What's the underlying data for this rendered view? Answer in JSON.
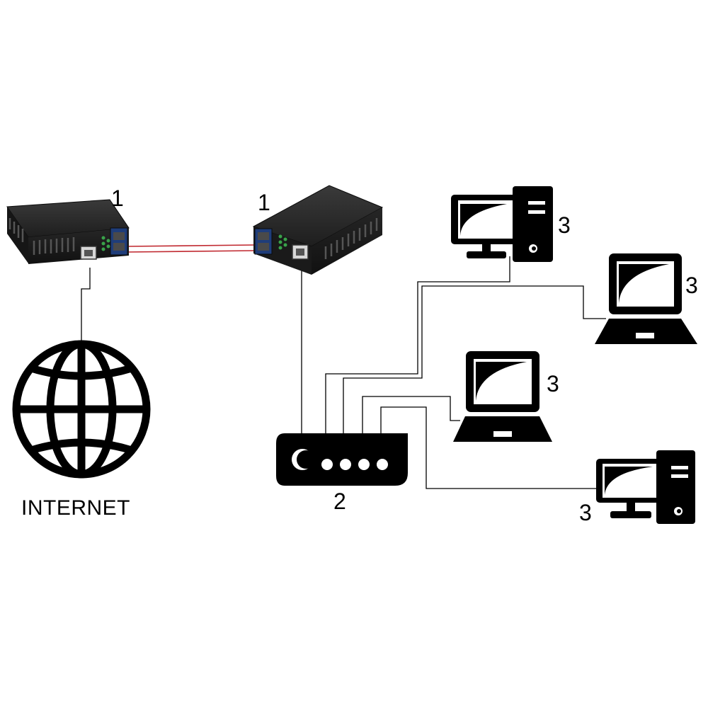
{
  "labels": {
    "converter_left": "1",
    "converter_right": "1",
    "router": "2",
    "desktop_top": "3",
    "laptop_upper": "3",
    "laptop_lower": "3",
    "desktop_bottom": "3",
    "internet": "INTERNET"
  },
  "colors": {
    "device_body": "#1b1b1b",
    "fiber": "#c0282f",
    "line": "#000000",
    "icon": "#000000"
  }
}
